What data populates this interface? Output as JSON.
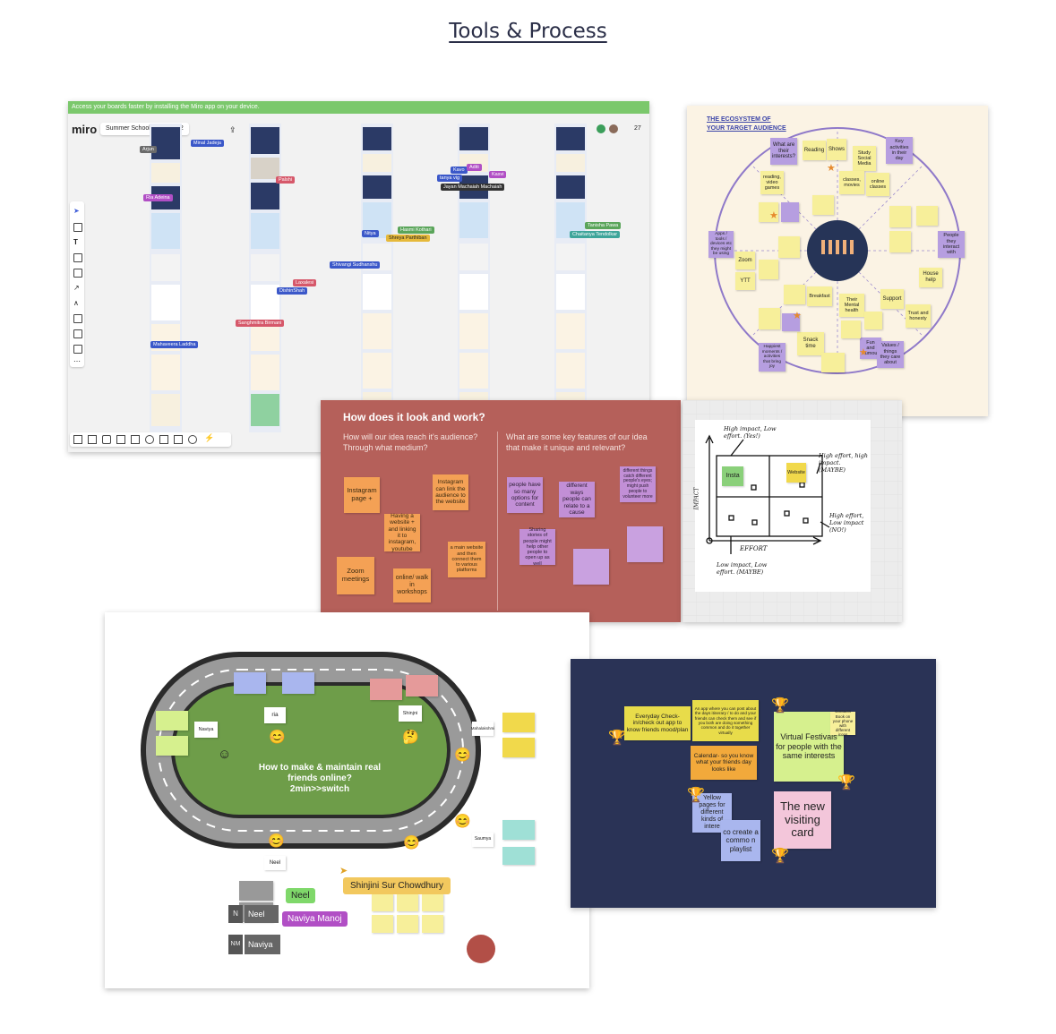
{
  "page": {
    "title": "Tools & Process"
  },
  "miro": {
    "banner": "Access your boards faster by installing the Miro app on your device.",
    "logo": "miro",
    "board_name": "Summer School - Session 2",
    "participant_count": "27",
    "cursors": [
      "Arjun",
      "Minal Jadeja",
      "Ria Adeina",
      "Palshi",
      "Laxalesi",
      "DishinShah",
      "Sanghmitra Birmani",
      "Mahaveera Laddha",
      "Nitya",
      "Hasmi Kothari",
      "Shreya Parthiban",
      "Shivangi Sudhanshu",
      "Kavo",
      "Aditi",
      "tanya vig",
      "Kasvi",
      "Jayan Machaiah Machaiah",
      "Tanisha Pawa",
      "Chaitanya Tendolkar"
    ]
  },
  "ecosystem": {
    "title": "THE ECOSYSTEM OF YOUR TARGET AUDIENCE",
    "notes": {
      "interests": "What are their interests?",
      "reading": "Reading",
      "shows": "Shows",
      "study": "Study Social Media",
      "key_activities": "Key activities in their day",
      "reading_games": "reading, video games",
      "classes_movies": "classes, movies",
      "online_classes": "online classes",
      "apps": "Apps / tools / devices etc they might be using",
      "zoom": "Zoom",
      "ytt": "YTT",
      "people_interact": "People they interact with",
      "house_help": "House help",
      "breakfast": "Breakfast",
      "mental_health": "Their Mental health",
      "support": "Support",
      "trust": "Trust and honesty",
      "snack": "Snack time",
      "fun_humour": "Fun and humour",
      "values": "Values / things they care about",
      "happiest": "Happiest moments / activities that bring joy"
    }
  },
  "how": {
    "title": "How does it look and work?",
    "q1": "How will our idea reach it's audience? Through what medium?",
    "q2": "What are some key features of our idea that make it unique and relevant?",
    "orange_notes": [
      "Instagram page +",
      "Instagram can link the audience to the website",
      "Having a website + and linking it to instagram, youtube",
      "Zoom meetings",
      "online/ walk in workshops",
      "a main website and then connect them to various platforms"
    ],
    "purple_notes": [
      "people have so many options for content",
      "different ways people can relate to a cause",
      "different things catch different people's eyes; might push people to volunteer more",
      "Sharing stories of people might help other people to open up as well",
      "",
      ""
    ]
  },
  "matrix": {
    "hi_lo": "High impact, Low effort. (Yes!)",
    "hi_hi": "High effort, high impact. (MAYBE)",
    "lo_hi": "High effort, Low impact (NO!)",
    "lo_lo": "Low impact, Low effort. (MAYBE)",
    "x_axis": "EFFORT",
    "y_axis": "IMPACT",
    "insta": "Insta",
    "website": "Website"
  },
  "race": {
    "center": "How to make & maintain real friends online? 2min>>switch",
    "names": [
      "ria",
      "Shinjni",
      "Naviya",
      "Neel",
      "Saumya",
      "Mahalakshmi"
    ],
    "neel_badge": "Neel",
    "naviya_badge": "Naviya Manoj",
    "shinjini_badge": "Shinjini Sur Chowdhury",
    "user_n": "N",
    "user_n_label": "Neel",
    "user_nm": "NM",
    "user_nm_label": "Naviya"
  },
  "navy": {
    "everyday": "Everyday Check-in/check out app to know friends mood/plan",
    "app": "An app where you can post about the days itinerary / to do and your friends can check them and see if you both are doing something common and do it together virtually",
    "calendar": "Calendar- so you know what your friends day looks like",
    "festivals": "Virtual Festivals for people with the same interests",
    "contacts": "Contacts Book on your phone with different icons",
    "yellow_pages": "Yellow pages for different kinds of intere",
    "co_create": "co create a commo n playlist",
    "visiting": "The new visiting card"
  },
  "colors": {
    "title": "#2a2e47",
    "how_bg": "#b5605a",
    "navy_bg": "#2a3356",
    "miro_banner": "#7bc86c"
  }
}
